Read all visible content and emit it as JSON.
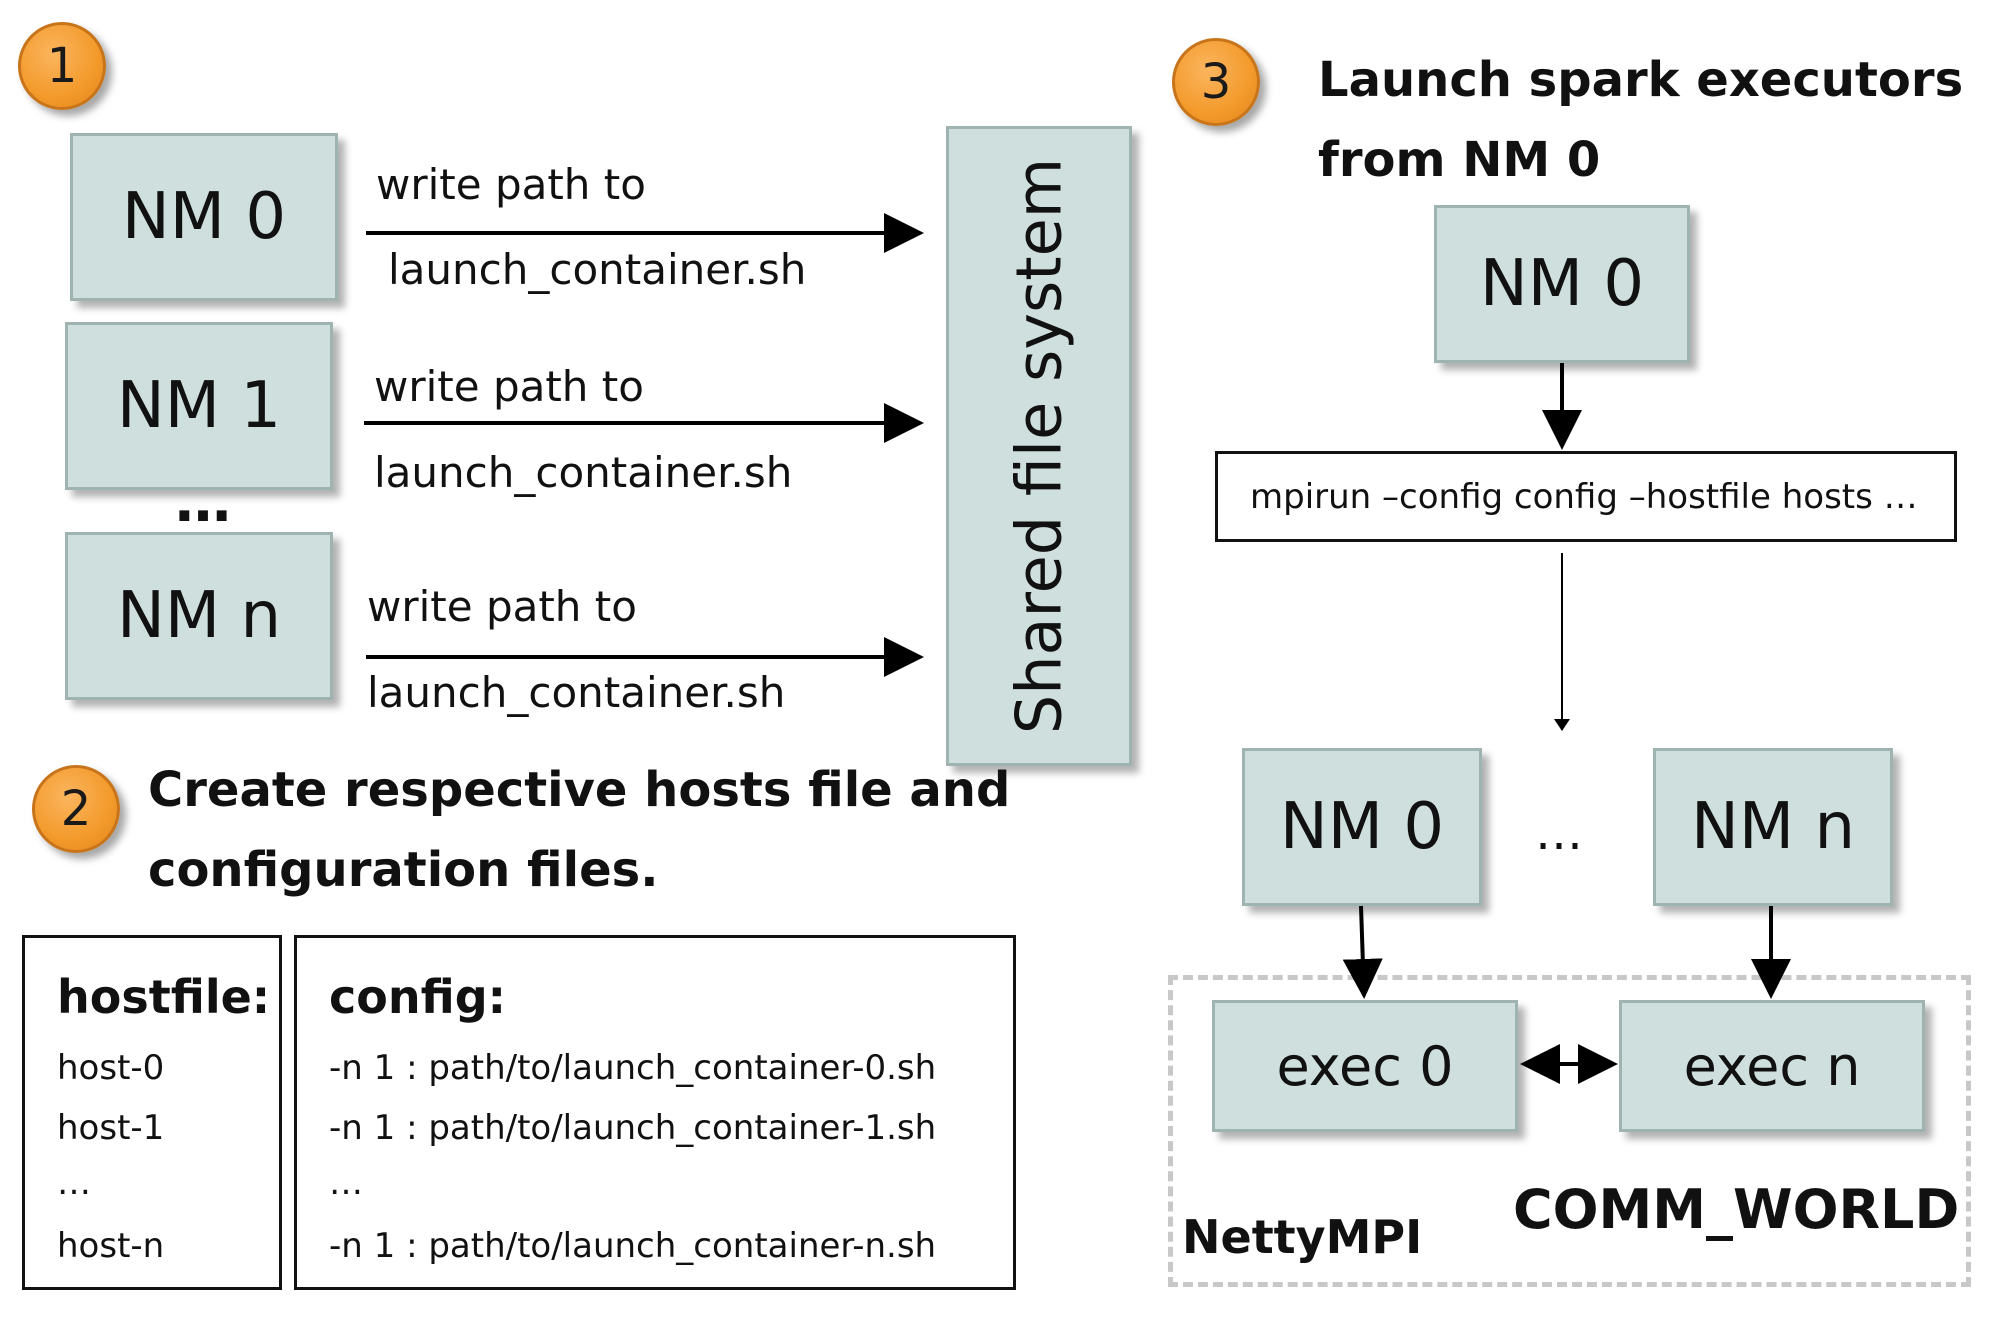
{
  "badges": {
    "one": "1",
    "two": "2",
    "three": "3"
  },
  "step1": {
    "nodes": [
      "NM 0",
      "NM 1",
      "NM n"
    ],
    "ellipsis": "…",
    "arrow_top": "write path to",
    "arrow_bottom": "launch_container.sh",
    "shared_fs": "Shared file system"
  },
  "step2": {
    "heading_line1": "Create respective hosts file and",
    "heading_line2": "configuration files.",
    "hostfile": {
      "title": "hostfile:",
      "lines": [
        "host-0",
        "host-1",
        "…",
        "host-n"
      ]
    },
    "config": {
      "title": "config:",
      "lines": [
        "-n 1 : path/to/launch_container-0.sh",
        "-n 1 : path/to/launch_container-1.sh",
        "…",
        "-n 1 : path/to/launch_container-n.sh"
      ]
    }
  },
  "step3": {
    "heading_line1": "Launch spark executors",
    "heading_line2": "from NM 0",
    "top_node": "NM 0",
    "command": "mpirun –config config –hostfile hosts …",
    "nm_left": "NM 0",
    "nm_right": "NM n",
    "middle_ellipsis": "…",
    "exec_left": "exec 0",
    "exec_right": "exec n",
    "group_label": "NettyMPI",
    "world_label": "COMM_WORLD"
  },
  "colors": {
    "badge": "#f39a2b",
    "box_fill": "#cfdfdd",
    "box_border": "#9fb3b1",
    "dash": "#c8c8c8"
  }
}
